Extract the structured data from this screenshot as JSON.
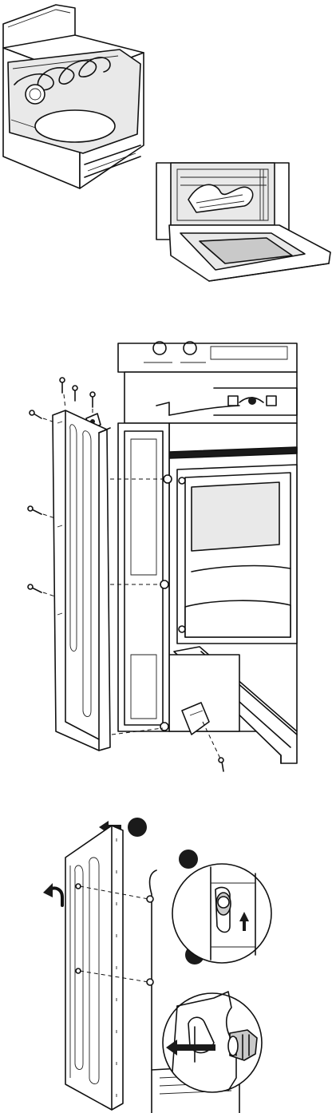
{
  "figures": [
    {
      "id": "range-broil-element-and-open-door"
    },
    {
      "id": "side-panel-exploded-view"
    },
    {
      "id": "side-panel-removal-steps"
    }
  ]
}
